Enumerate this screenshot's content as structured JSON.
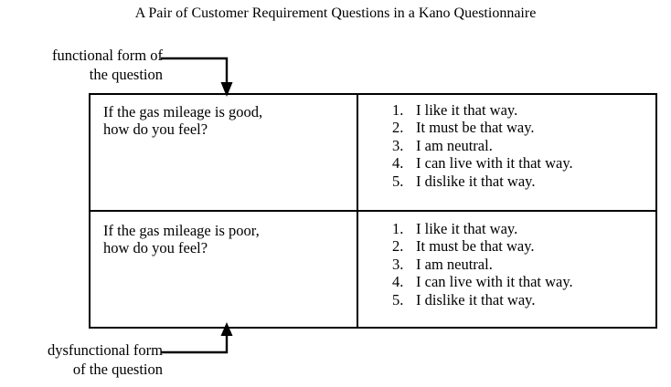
{
  "figure": {
    "title": "A Pair of Customer Requirement Questions in a Kano Questionnaire",
    "background_color": "#ffffff",
    "line_color": "#000000",
    "text_color": "#000000"
  },
  "callouts": {
    "functional": {
      "line1": "functional form of",
      "line2": "the question",
      "arrow_direction": "down",
      "icon": "elbow-arrow-down-icon"
    },
    "dysfunctional": {
      "line1": "dysfunctional form",
      "line2": "of the question",
      "arrow_direction": "up",
      "icon": "elbow-arrow-up-icon"
    }
  },
  "table": {
    "rows": [
      {
        "question": {
          "line1": "If the gas mileage is good,",
          "line2": "how do you feel?"
        },
        "answers": [
          {
            "num": "1.",
            "text": "I like it that way."
          },
          {
            "num": "2.",
            "text": "It must be that way."
          },
          {
            "num": "3.",
            "text": "I am neutral."
          },
          {
            "num": "4.",
            "text": "I can live with it that way."
          },
          {
            "num": "5.",
            "text": "I dislike it that way."
          }
        ]
      },
      {
        "question": {
          "line1": "If the gas mileage is poor,",
          "line2": "how do you feel?"
        },
        "answers": [
          {
            "num": "1.",
            "text": "I like it that way."
          },
          {
            "num": "2.",
            "text": "It must be that way."
          },
          {
            "num": "3.",
            "text": "I am neutral."
          },
          {
            "num": "4.",
            "text": "I can live with it that way."
          },
          {
            "num": "5.",
            "text": "I dislike it that way."
          }
        ]
      }
    ]
  }
}
